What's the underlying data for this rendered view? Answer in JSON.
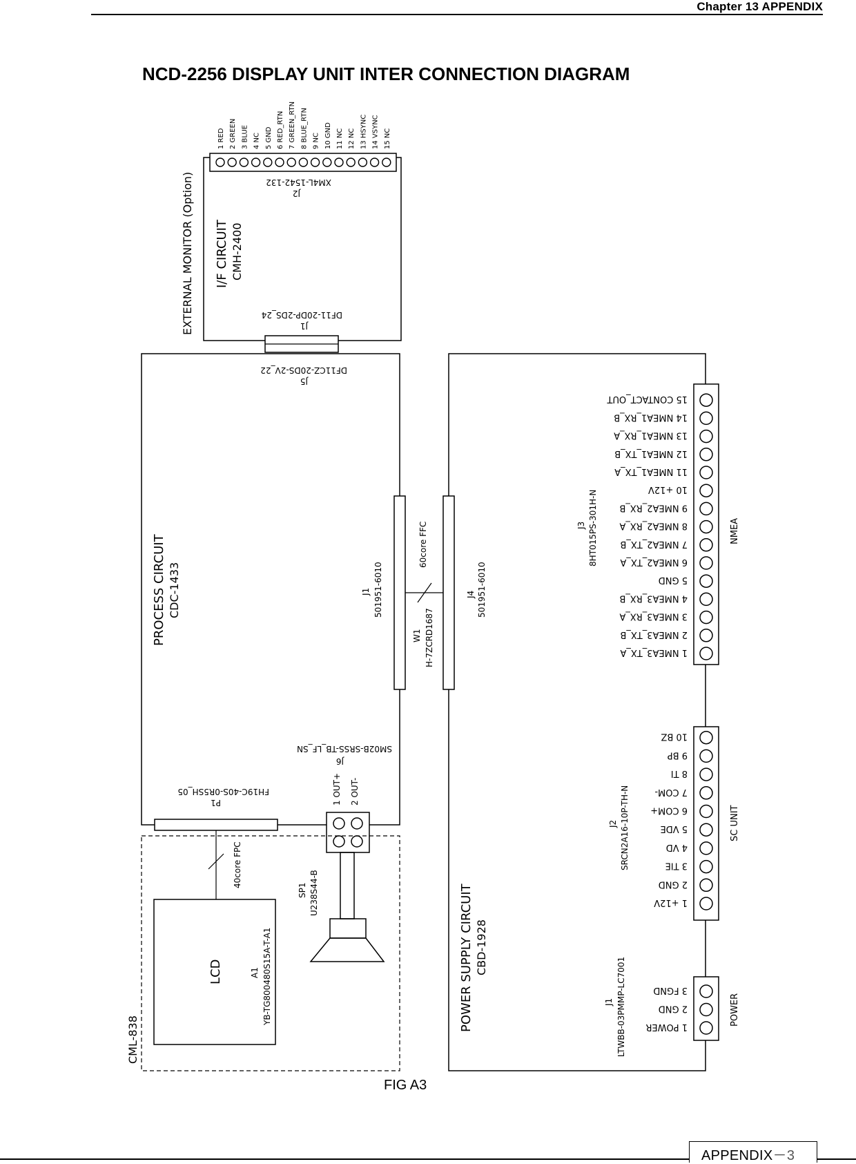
{
  "header": {
    "chapter": "Chapter 13    APPENDIX"
  },
  "title": "NCD-2256 DISPLAY UNIT INTER CONNECTION DIAGRAM",
  "figure_caption": "FIG A3",
  "footer": {
    "label": "APPENDIX",
    "dash": "－",
    "page": "3"
  },
  "external_monitor": {
    "label": "EXTERNAL MONITOR (Option)",
    "circuit": "I/F CIRCUIT",
    "circuit_code": "CMH-2400",
    "j1": {
      "name": "J1",
      "part": "DF11-20DP-2DS_24"
    },
    "j2": {
      "name": "J2",
      "part": "XM4L-1542-132",
      "pins": [
        "1 RED",
        "2 GREEN",
        "3 BLUE",
        "4 NC",
        "5 GND",
        "6 RED_RTN",
        "7 GREEN_RTN",
        "8 BLUE_RTN",
        "9 NC",
        "10 GND",
        "11 NC",
        "12 NC",
        "13 HSYNC",
        "14 VSYNC",
        "15 NC"
      ]
    }
  },
  "process": {
    "circuit": "PROCESS CIRCUIT",
    "circuit_code": "CDC-1433",
    "j5": {
      "name": "J5",
      "part": "DF11CZ-20DS-2V_22"
    },
    "j1": {
      "name": "J1",
      "part": "501951-6010"
    },
    "j6": {
      "name": "J6",
      "part": "SM02B-SRSS-TB_LF_SN",
      "pins": [
        "1 OUT+",
        "2 OUT-"
      ]
    },
    "p1": {
      "name": "P1",
      "part": "FH19C-40S-0R5SH_05"
    }
  },
  "cable_w1": {
    "name": "W1",
    "part": "H-7ZCRD1687",
    "core": "60core FFC"
  },
  "cable_fpc": {
    "core": "40core FPC"
  },
  "cml": {
    "label": "CML-838",
    "lcd": {
      "label": "LCD",
      "name": "A1",
      "part": "YB-TG800480S15A-T-A1"
    },
    "speaker": {
      "name": "SP1",
      "part": "U238S44-B"
    }
  },
  "power": {
    "circuit": "POWER SUPPLY CIRCUIT",
    "circuit_code": "CBD-1928",
    "j4": {
      "name": "J4",
      "part": "501951-6010"
    },
    "j3": {
      "name": "J3",
      "part": "8HT015PS-301H-N",
      "group": "NMEA",
      "pins": [
        "1 NMEA3_TX_A",
        "2 NMEA3_TX_B",
        "3 NMEA3_RX_A",
        "4 NMEA3_RX_B",
        "5 GND",
        "6 NMEA2_TX_A",
        "7 NMEA2_TX_B",
        "8 NMEA2_RX_A",
        "9 NMEA2_RX_B",
        "10 +12V",
        "11 NMEA1_TX_A",
        "12 NMEA1_TX_B",
        "13 NMEA1_RX_A",
        "14 NMEA1_RX_B",
        "15 CONTACT_OUT"
      ]
    },
    "j2": {
      "name": "J2",
      "part": "SRCN2A16-10P-TH-N",
      "group": "SC UNIT",
      "pins": [
        "1 +12V",
        "2 GND",
        "3 TIE",
        "4 VD",
        "5 VDE",
        "6 COM+",
        "7 COM-",
        "8 TI",
        "9 BP",
        "10 BZ"
      ]
    },
    "j1": {
      "name": "J1",
      "part": "LTWBB-03PMMP-LC7001",
      "group": "POWER",
      "pins": [
        "1 POWER",
        "2 GND",
        "3 FGND"
      ]
    }
  }
}
